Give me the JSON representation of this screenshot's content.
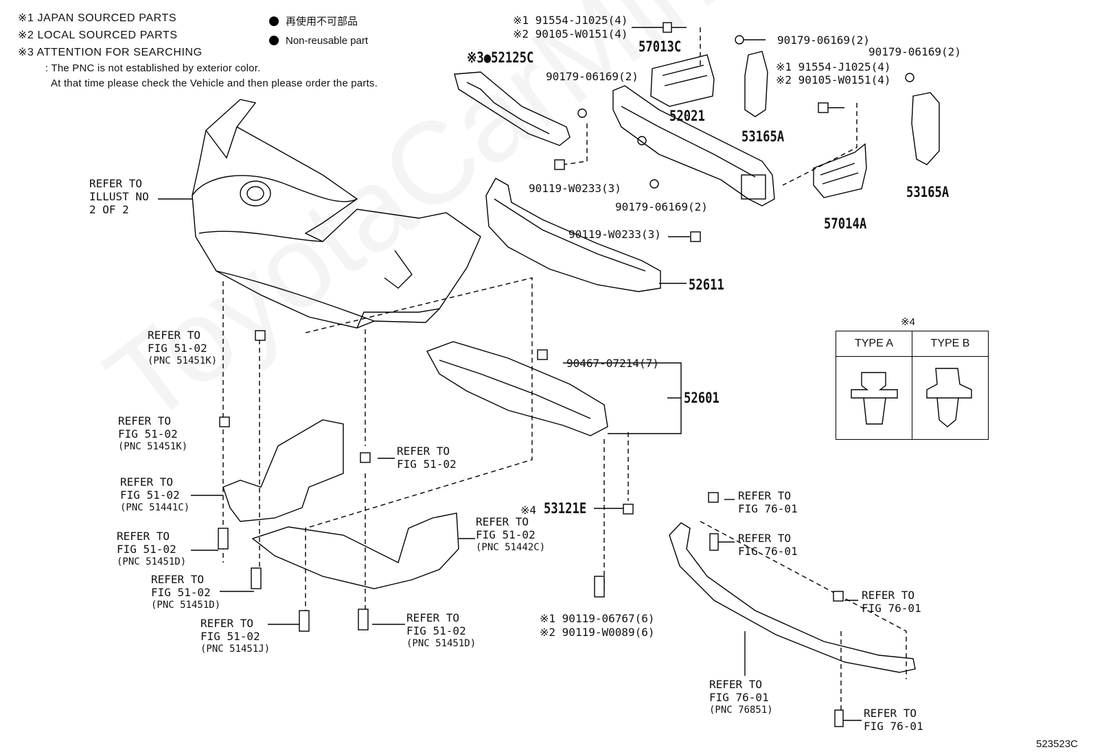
{
  "notes": {
    "n1": "※1  JAPAN SOURCED PARTS",
    "n2": "※2  LOCAL SOURCED PARTS",
    "n3": "※3  ATTENTION FOR SEARCHING",
    "n3a": ": The PNC is not established by exterior color.",
    "n3b": "At that time please check the Vehicle and then please order the parts."
  },
  "legend": {
    "jp": "再使用不可部品",
    "en": "Non-reusable part"
  },
  "types": {
    "mark": "※4",
    "a": "TYPE A",
    "b": "TYPE B"
  },
  "parts": {
    "p52125C": "※3●52125C",
    "p57013C": "57013C",
    "p52021": "52021",
    "p53165A_1": "53165A",
    "p53165A_2": "53165A",
    "p57014A": "57014A",
    "p52611": "52611",
    "p52601": "52601",
    "p53121E": "53121E",
    "p53121E_mark": "※4"
  },
  "labels": {
    "bolt_top_1": "※1 91554-J1025(4)",
    "bolt_top_2": "※2 90105-W0151(4)",
    "clip_90179_top": "90179-06169(2)",
    "clip_90179_right": "90179-06169(2)",
    "bolt_right_1": "※1 91554-J1025(4)",
    "bolt_right_2": "※2 90105-W0151(4)",
    "clip_90179_mid": "90179-06169(2)",
    "clip_90179_low": "90179-06169(2)",
    "nut_90119_a": "90119-W0233(3)",
    "nut_90119_b": "90119-W0233(3)",
    "clip_90467": "90467-07214(7)",
    "bolt_bottom_1": "※1 90119-06767(6)",
    "bolt_bottom_2": "※2 90119-W0089(6)"
  },
  "refs": {
    "illust": [
      "REFER TO",
      "ILLUST NO",
      "2 OF 2"
    ],
    "r51451K_a": [
      "REFER TO",
      "FIG 51-02",
      "(PNC 51451K)"
    ],
    "r51451K_b": [
      "REFER TO",
      "FIG 51-02",
      "(PNC 51451K)"
    ],
    "r51441C": [
      "REFER TO",
      "FIG 51-02",
      "(PNC 51441C)"
    ],
    "r51451D_a": [
      "REFER TO",
      "FIG 51-02",
      "(PNC 51451D)"
    ],
    "r51451D_b": [
      "REFER TO",
      "FIG 51-02",
      "(PNC 51451D)"
    ],
    "r51451J": [
      "REFER TO",
      "FIG 51-02",
      "(PNC 51451J)"
    ],
    "r51451D_c": [
      "REFER TO",
      "FIG 51-02",
      "(PNC 51451D)"
    ],
    "r51442C": [
      "REFER TO",
      "FIG 51-02",
      "(PNC 51442C)"
    ],
    "r5102_mid": [
      "REFER TO",
      "FIG 51-02"
    ],
    "r7601_a": [
      "REFER TO",
      "FIG 76-01"
    ],
    "r7601_b": [
      "REFER TO",
      "FIG 76-01"
    ],
    "r7601_c": [
      "REFER TO",
      "FIG 76-01"
    ],
    "r76851": [
      "REFER TO",
      "FIG 76-01",
      "(PNC 76851)"
    ],
    "r7601_d": [
      "REFER TO",
      "FIG 76-01"
    ]
  },
  "figure_id": "523523C",
  "watermark": "ToyotaCarMine.ru"
}
